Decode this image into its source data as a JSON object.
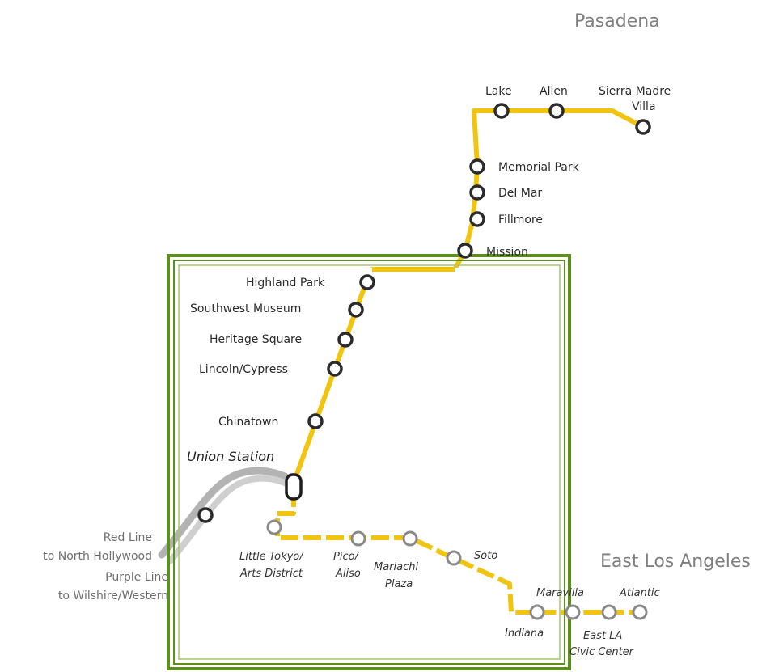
{
  "colors": {
    "gold_line": "#f1c40f",
    "connector_grey": "#a9a9a9",
    "frame_green": "#5e8f1e",
    "station_outline_dark": "#2b2b2b",
    "station_outline_grey": "#8a8a8a"
  },
  "regions": {
    "pasadena": "Pasadena",
    "east_la": "East Los Angeles"
  },
  "connections": {
    "red_line_1": "Red Line",
    "red_line_2": "to North Hollywood",
    "purple_line_1": "Purple Line",
    "purple_line_2": "to Wilshire/Western"
  },
  "stations": {
    "lake": "Lake",
    "allen": "Allen",
    "sierra_madre_1": "Sierra Madre",
    "sierra_madre_2": "Villa",
    "memorial_park": "Memorial Park",
    "del_mar": "Del Mar",
    "fillmore": "Fillmore",
    "mission": "Mission",
    "highland_park": "Highland Park",
    "southwest_museum": "Southwest Museum",
    "heritage_square": "Heritage Square",
    "lincoln_cypress": "Lincoln/Cypress",
    "chinatown": "Chinatown",
    "union_station": "Union Station",
    "little_tokyo_1": "Little Tokyo/",
    "little_tokyo_2": "Arts District",
    "pico_1": "Pico/",
    "pico_2": "Aliso",
    "mariachi_1": "Mariachi",
    "mariachi_2": "Plaza",
    "soto": "Soto",
    "indiana": "Indiana",
    "maravilla": "Maravilla",
    "east_la_cc_1": "East LA",
    "east_la_cc_2": "Civic Center",
    "atlantic": "Atlantic"
  }
}
